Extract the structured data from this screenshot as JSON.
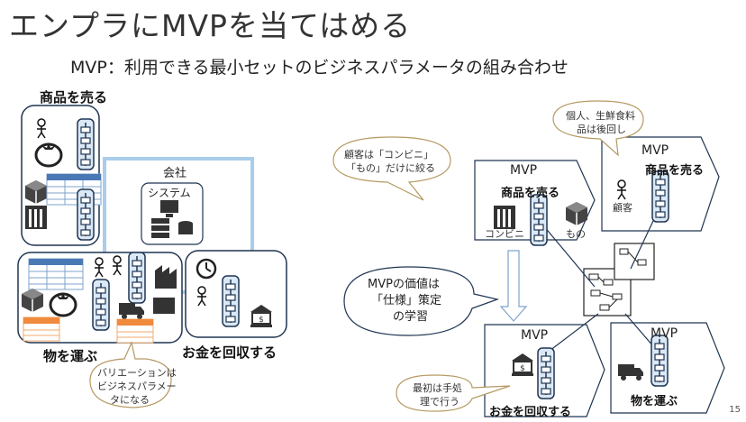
{
  "title": "エンプラにMVPを当てはめる",
  "subtitle": "MVP：利用できる最小セットのビジネスパラメータの組み合わせ",
  "left": {
    "sell_label": "商品を売る",
    "company_label": "会社",
    "system_label": "システム",
    "ship_label": "物を運ぶ",
    "collect_label": "お金を回収する",
    "callout_lines": [
      "バリエーションは",
      "ビジネスパラメー",
      "タになる"
    ]
  },
  "right": {
    "mvp_label": "MVP",
    "sell_label": "商品を売る",
    "ship_label": "物を運ぶ",
    "collect_label": "お金を回収する",
    "store_label": "コンビニ",
    "goods_label": "もの",
    "customer_label": "顧客",
    "callout_customer_lines": [
      "顧客は「コンビニ」",
      "「もの」だけに絞る"
    ],
    "callout_individual_lines": [
      "個人、生鮮食料",
      "品は後回し"
    ],
    "callout_value_lines": [
      "MVPの価値は",
      "「仕様」策定",
      "の学習"
    ],
    "callout_manual_lines": [
      "最初は手処",
      "理で行う"
    ]
  },
  "page_number": "15",
  "icons": [
    "person-icon",
    "tomato-icon",
    "box-icon",
    "building-icon",
    "factory-icon",
    "clock-icon",
    "bank-icon",
    "truck-icon",
    "server-icon",
    "computer-icon",
    "workflow-icon"
  ],
  "colors": {
    "accent": "#1f3552",
    "company_box": "#a9cdea",
    "callout_border": "#b59a63",
    "workflow_fill": "#dbe8f5"
  }
}
